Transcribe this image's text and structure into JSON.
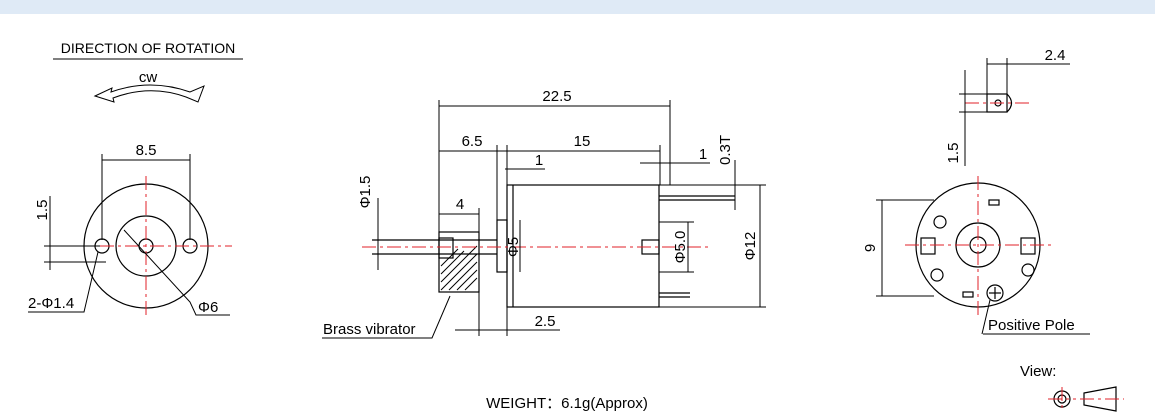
{
  "header_bar_color": "#dfeaf6",
  "centerline_color": "#e0202a",
  "rotation": {
    "title": "DIRECTION OF ROTATION",
    "direction": "cw"
  },
  "front_view": {
    "d_pitch": "8.5",
    "d_offset": "1.5",
    "d_holes": "2-Φ1.4",
    "d_boss": "Φ6"
  },
  "side_view": {
    "d_length": "22.5",
    "d_shaft": "6.5",
    "d_body": "15",
    "d_gap1": "1",
    "d_gap2": "1",
    "d_thick": "0.3T",
    "d_shaft_dia": "Φ1.5",
    "d_vibrator_len": "4",
    "d_boss_dia": "Φ5",
    "d_boss_dia2": "Φ5.0",
    "d_body_dia": "Φ12",
    "d_bottom": "2.5",
    "label_vibrator": "Brass vibrator"
  },
  "rear_view": {
    "d_terminal": "2.4",
    "d_term_h": "1.5",
    "d_height": "9",
    "label_pole": "Positive Pole"
  },
  "weight": "WEIGHT：6.1g(Approx)",
  "view_label": "View:"
}
